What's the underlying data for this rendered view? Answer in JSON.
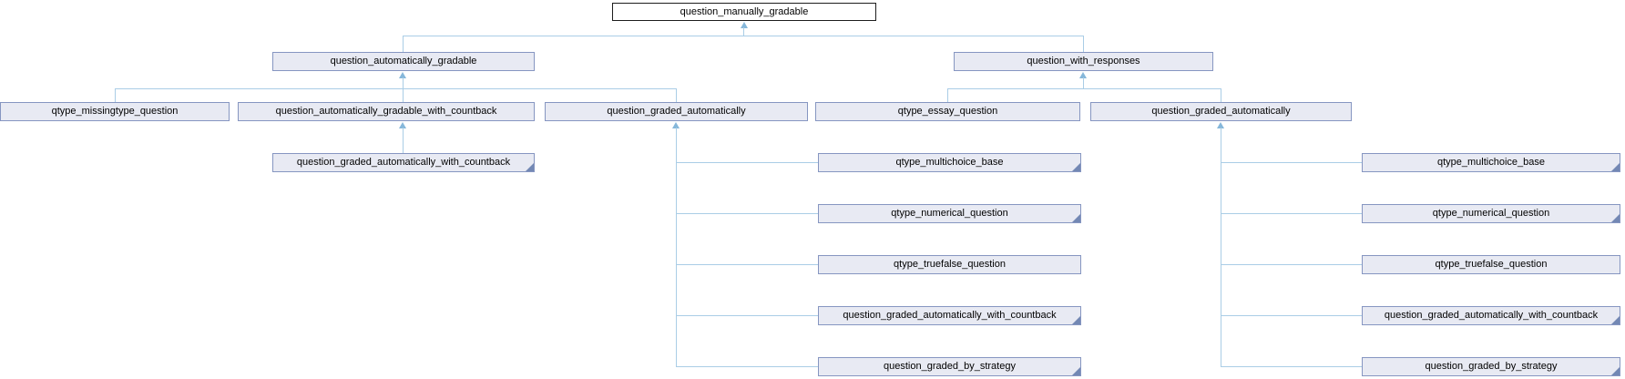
{
  "diagram": {
    "type": "class-inheritance-diagram",
    "root": "question_manually_gradable",
    "colors": {
      "node_fill": "#e8eaf3",
      "node_border": "#8696c1",
      "root_fill": "#ffffff",
      "root_border": "#1d1d1d",
      "edge_line": "#aacde6",
      "arrowhead": "#85b7da",
      "subclass_indicator": "#7388b4",
      "text": "#000000"
    },
    "nodes": [
      {
        "id": "question_manually_gradable",
        "label": "question_manually_gradable",
        "is_root": true,
        "has_subclasses_indicator": false
      },
      {
        "id": "question_automatically_gradable",
        "label": "question_automatically_gradable",
        "is_root": false,
        "has_subclasses_indicator": false
      },
      {
        "id": "question_with_responses",
        "label": "question_with_responses",
        "is_root": false,
        "has_subclasses_indicator": false
      },
      {
        "id": "qtype_missingtype_question",
        "label": "qtype_missingtype_question",
        "is_root": false,
        "has_subclasses_indicator": false
      },
      {
        "id": "question_automatically_gradable_with_countback",
        "label": "question_automatically_gradable_with_countback",
        "is_root": false,
        "has_subclasses_indicator": false
      },
      {
        "id": "question_graded_automatically_left",
        "label": "question_graded_automatically",
        "is_root": false,
        "has_subclasses_indicator": false
      },
      {
        "id": "qtype_essay_question",
        "label": "qtype_essay_question",
        "is_root": false,
        "has_subclasses_indicator": false
      },
      {
        "id": "question_graded_automatically_right",
        "label": "question_graded_automatically",
        "is_root": false,
        "has_subclasses_indicator": false
      },
      {
        "id": "question_graded_automatically_with_countback_left",
        "label": "question_graded_automatically_with_countback",
        "is_root": false,
        "has_subclasses_indicator": true
      },
      {
        "id": "qtype_multichoice_base_mid",
        "label": "qtype_multichoice_base",
        "is_root": false,
        "has_subclasses_indicator": true
      },
      {
        "id": "qtype_numerical_question_mid",
        "label": "qtype_numerical_question",
        "is_root": false,
        "has_subclasses_indicator": true
      },
      {
        "id": "qtype_truefalse_question_mid",
        "label": "qtype_truefalse_question",
        "is_root": false,
        "has_subclasses_indicator": false
      },
      {
        "id": "question_graded_automatically_with_countback_mid",
        "label": "question_graded_automatically_with_countback",
        "is_root": false,
        "has_subclasses_indicator": true
      },
      {
        "id": "question_graded_by_strategy_mid",
        "label": "question_graded_by_strategy",
        "is_root": false,
        "has_subclasses_indicator": true
      },
      {
        "id": "qtype_multichoice_base_right",
        "label": "qtype_multichoice_base",
        "is_root": false,
        "has_subclasses_indicator": true
      },
      {
        "id": "qtype_numerical_question_right",
        "label": "qtype_numerical_question",
        "is_root": false,
        "has_subclasses_indicator": true
      },
      {
        "id": "qtype_truefalse_question_right",
        "label": "qtype_truefalse_question",
        "is_root": false,
        "has_subclasses_indicator": false
      },
      {
        "id": "question_graded_automatically_with_countback_right",
        "label": "question_graded_automatically_with_countback",
        "is_root": false,
        "has_subclasses_indicator": true
      },
      {
        "id": "question_graded_by_strategy_right",
        "label": "question_graded_by_strategy",
        "is_root": false,
        "has_subclasses_indicator": true
      }
    ],
    "edges": [
      {
        "child": "question_automatically_gradable",
        "parent": "question_manually_gradable"
      },
      {
        "child": "question_with_responses",
        "parent": "question_manually_gradable"
      },
      {
        "child": "qtype_missingtype_question",
        "parent": "question_automatically_gradable"
      },
      {
        "child": "question_automatically_gradable_with_countback",
        "parent": "question_automatically_gradable"
      },
      {
        "child": "question_graded_automatically_left",
        "parent": "question_automatically_gradable"
      },
      {
        "child": "question_graded_automatically_with_countback_left",
        "parent": "question_automatically_gradable_with_countback"
      },
      {
        "child": "qtype_multichoice_base_mid",
        "parent": "question_graded_automatically_left"
      },
      {
        "child": "qtype_numerical_question_mid",
        "parent": "question_graded_automatically_left"
      },
      {
        "child": "qtype_truefalse_question_mid",
        "parent": "question_graded_automatically_left"
      },
      {
        "child": "question_graded_automatically_with_countback_mid",
        "parent": "question_graded_automatically_left"
      },
      {
        "child": "question_graded_by_strategy_mid",
        "parent": "question_graded_automatically_left"
      },
      {
        "child": "qtype_essay_question",
        "parent": "question_with_responses"
      },
      {
        "child": "question_graded_automatically_right",
        "parent": "question_with_responses"
      },
      {
        "child": "qtype_multichoice_base_right",
        "parent": "question_graded_automatically_right"
      },
      {
        "child": "qtype_numerical_question_right",
        "parent": "question_graded_automatically_right"
      },
      {
        "child": "qtype_truefalse_question_right",
        "parent": "question_graded_automatically_right"
      },
      {
        "child": "question_graded_automatically_with_countback_right",
        "parent": "question_graded_automatically_right"
      },
      {
        "child": "question_graded_by_strategy_right",
        "parent": "question_graded_automatically_right"
      }
    ]
  }
}
